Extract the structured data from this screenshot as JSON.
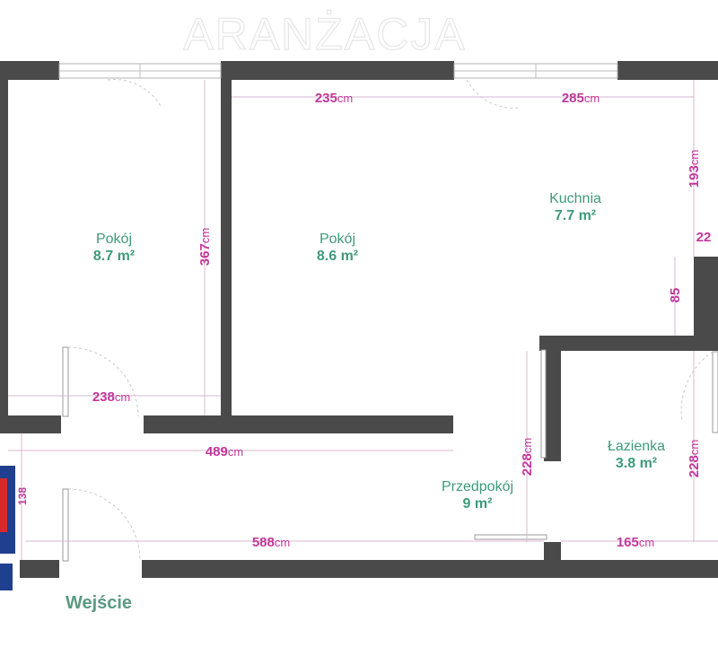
{
  "title": "ARANŻACJA",
  "entrance_label": "Wejście",
  "rooms": {
    "pokoj_left": {
      "name": "Pokój",
      "area": "8.7 m²"
    },
    "pokoj_center": {
      "name": "Pokój",
      "area": "8.6 m²"
    },
    "kuchnia": {
      "name": "Kuchnia",
      "area": "7.7 m²"
    },
    "lazienka": {
      "name": "Łazienka",
      "area": "3.8 m²"
    },
    "przedpokoj": {
      "name": "Przedpokój",
      "area": "9 m²"
    }
  },
  "dimensions": {
    "d235": {
      "value": "235",
      "unit": "cm"
    },
    "d285": {
      "value": "285",
      "unit": "cm"
    },
    "d193": {
      "value": "193",
      "unit": "cm"
    },
    "d22": {
      "value": "22",
      "unit": ""
    },
    "d85": {
      "value": "85",
      "unit": ""
    },
    "d367": {
      "value": "367",
      "unit": "cm"
    },
    "d238": {
      "value": "238",
      "unit": "cm"
    },
    "d489": {
      "value": "489",
      "unit": "cm"
    },
    "d228a": {
      "value": "228",
      "unit": "cm"
    },
    "d228b": {
      "value": "228",
      "unit": "cm"
    },
    "d138": {
      "value": "138",
      "unit": ""
    },
    "d588": {
      "value": "588",
      "unit": "cm"
    },
    "d165": {
      "value": "165",
      "unit": "cm"
    }
  },
  "colors": {
    "wall": "#4a4a4a",
    "dimension": "#c2379a",
    "room_label": "#3f9a7a",
    "logo_blue": "#1f3f8f",
    "logo_red": "#d62a2a"
  }
}
